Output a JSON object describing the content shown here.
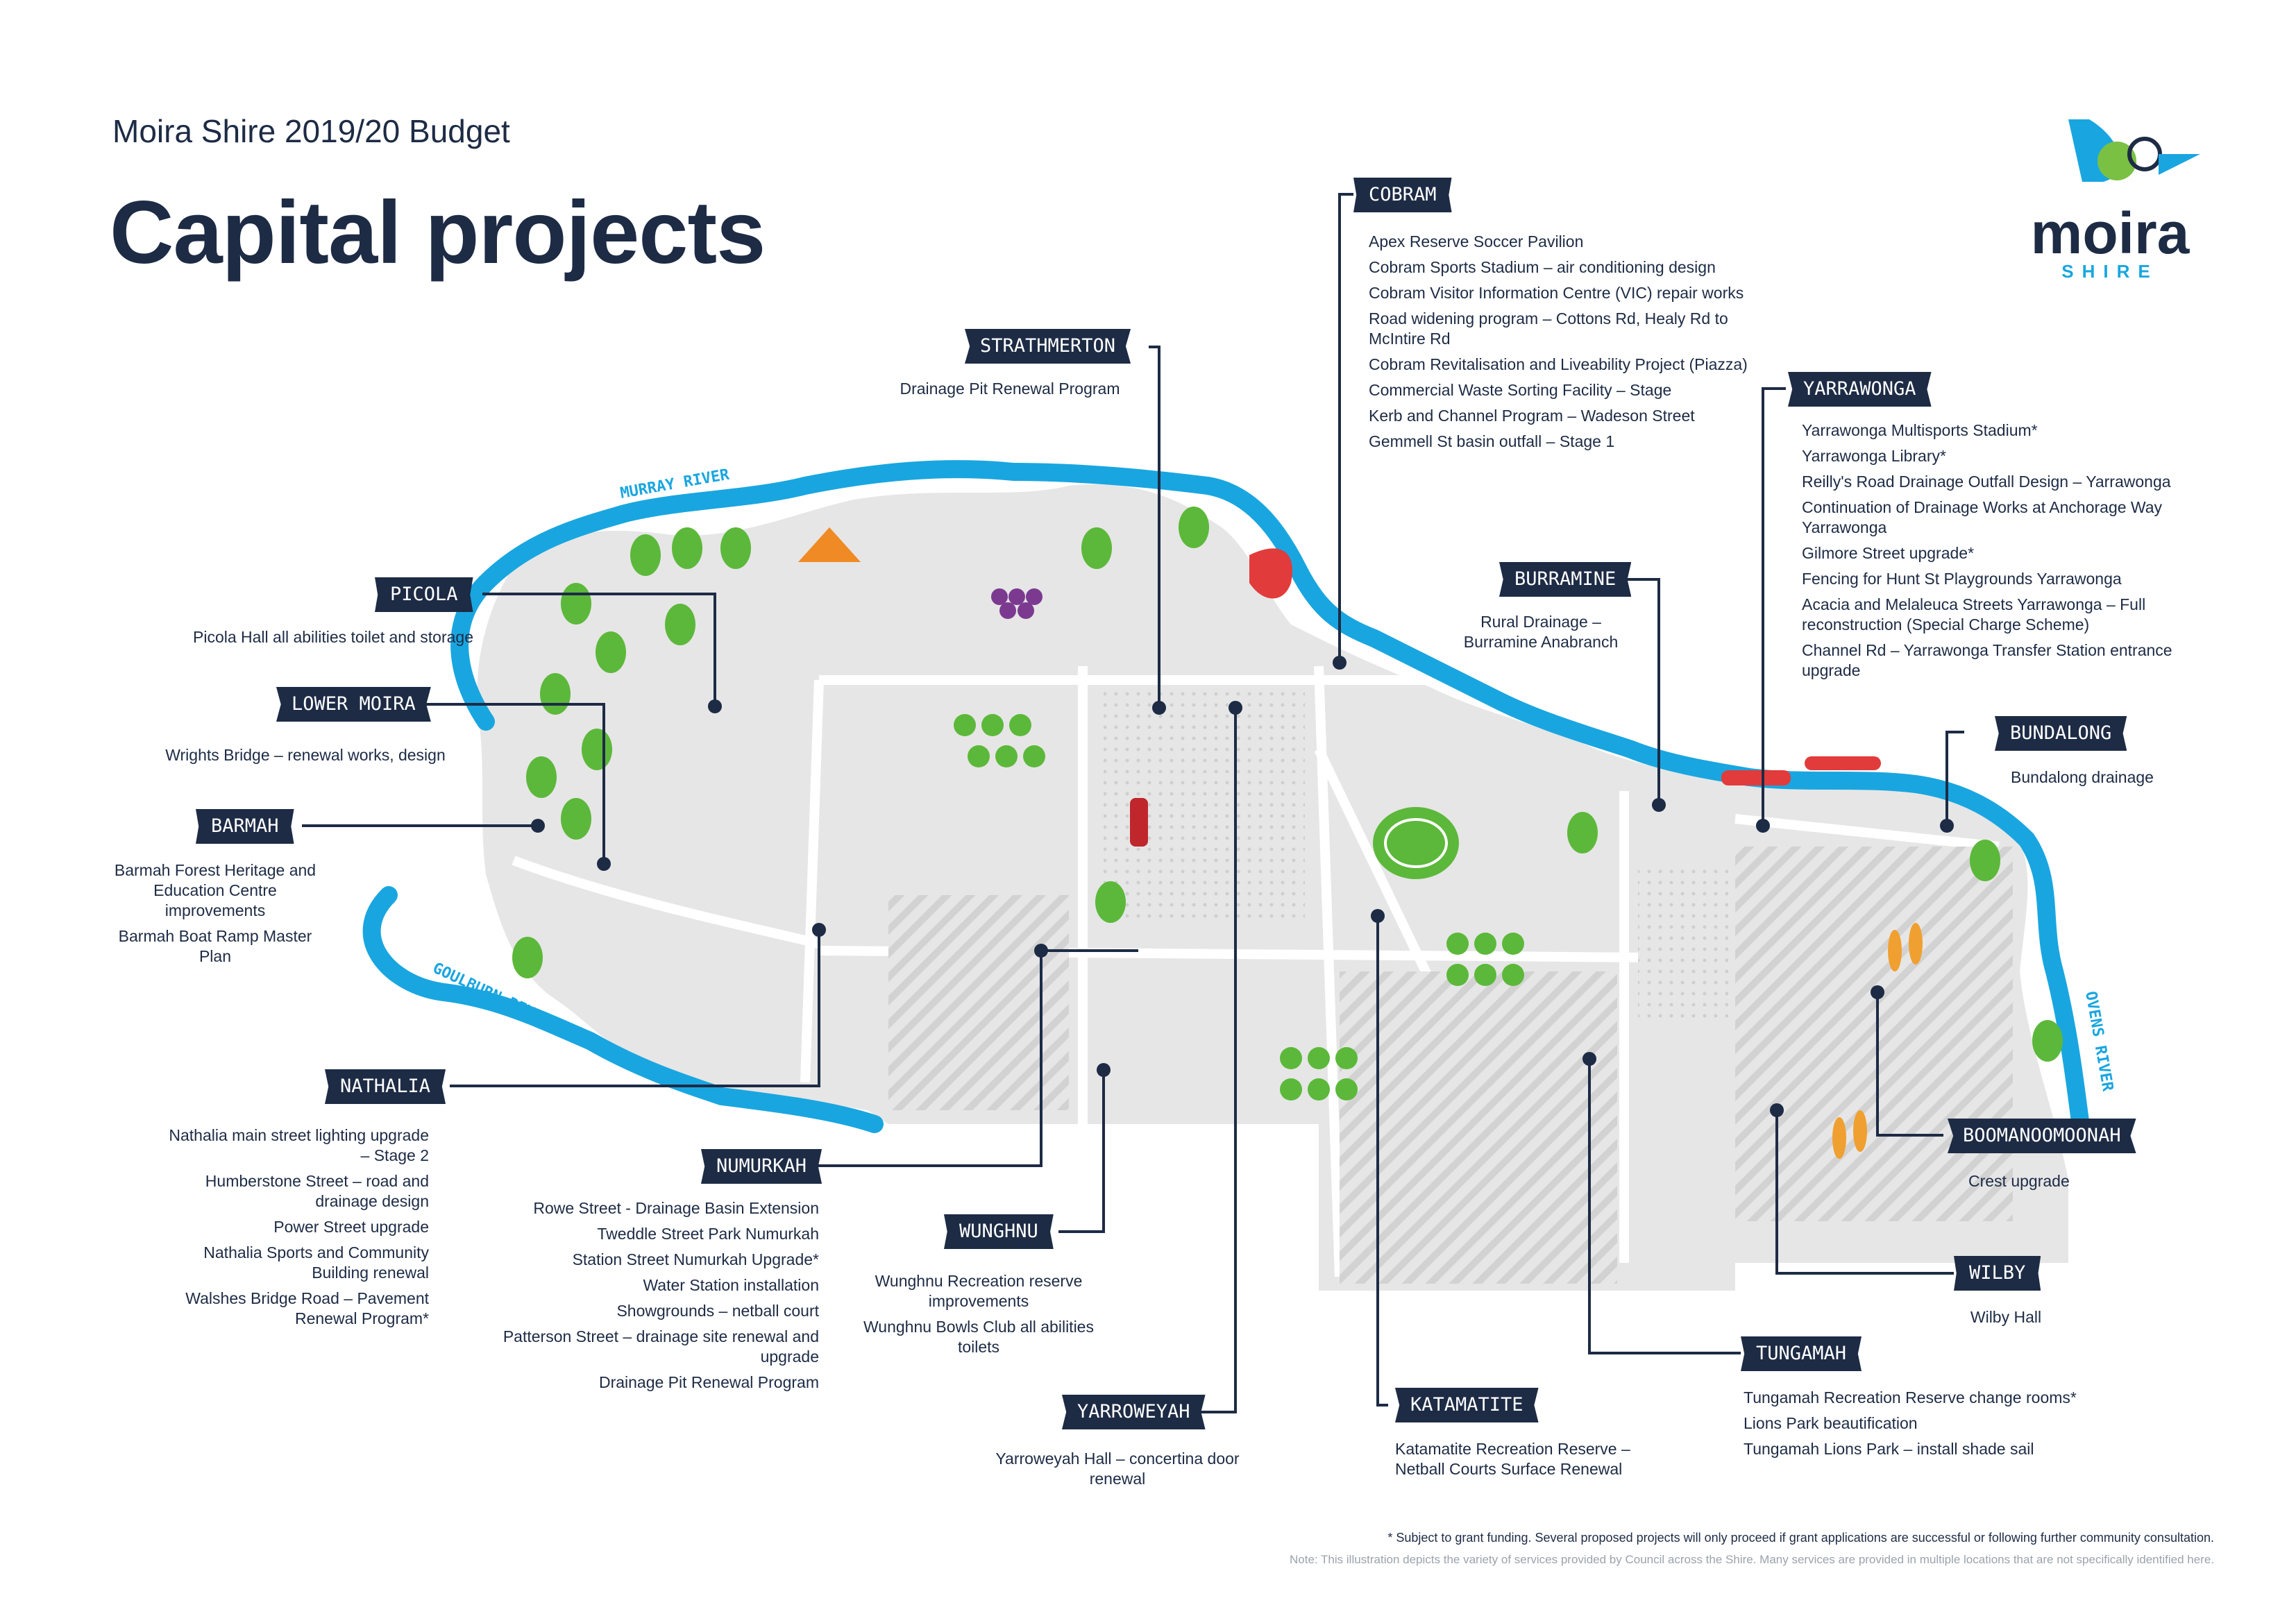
{
  "header": {
    "subtitle": "Moira Shire 2019/20 Budget",
    "title": "Capital projects"
  },
  "logo": {
    "word": "moira",
    "sub": "SHIRE"
  },
  "rivers": {
    "murray": "MURRAY RIVER",
    "goulburn": "GOULBURN RIVER",
    "ovens": "OVENS RIVER"
  },
  "towns": {
    "cobram": {
      "name": "COBRAM",
      "projects": [
        "Apex Reserve Soccer Pavilion",
        "Cobram Sports Stadium – air conditioning design",
        "Cobram Visitor Information Centre (VIC) repair works",
        "Road widening program – Cottons Rd, Healy Rd to McIntire Rd",
        "Cobram Revitalisation and Liveability Project (Piazza)",
        "Commercial Waste Sorting Facility – Stage",
        "Kerb and Channel Program – Wadeson Street",
        "Gemmell St basin outfall – Stage 1"
      ]
    },
    "strathmerton": {
      "name": "STRATHMERTON",
      "projects": [
        "Drainage Pit Renewal Program"
      ]
    },
    "picola": {
      "name": "PICOLA",
      "projects": [
        "Picola Hall all abilities toilet and storage"
      ]
    },
    "lower_moira": {
      "name": "LOWER MOIRA",
      "projects": [
        "Wrights Bridge – renewal works, design"
      ]
    },
    "barmah": {
      "name": "BARMAH",
      "projects": [
        "Barmah Forest Heritage and Education Centre improvements",
        "Barmah Boat Ramp Master Plan"
      ]
    },
    "nathalia": {
      "name": "NATHALIA",
      "projects": [
        "Nathalia main street lighting upgrade – Stage 2",
        "Humberstone Street – road and drainage design",
        "Power Street upgrade",
        "Nathalia Sports and Community Building renewal",
        "Walshes Bridge Road – Pavement Renewal Program*"
      ]
    },
    "numurkah": {
      "name": "NUMURKAH",
      "projects": [
        "Rowe Street - Drainage Basin Extension",
        "Tweddle Street Park Numurkah",
        "Station Street Numurkah Upgrade*",
        "Water Station installation",
        "Showgrounds – netball court",
        "Patterson Street – drainage site renewal and upgrade",
        "Drainage Pit Renewal Program"
      ]
    },
    "wunghnu": {
      "name": "WUNGHNU",
      "projects": [
        "Wunghnu Recreation reserve improvements",
        "Wunghnu Bowls Club all abilities toilets"
      ]
    },
    "yarroweyah": {
      "name": "YARROWEYAH",
      "projects": [
        "Yarroweyah Hall – concertina door renewal"
      ]
    },
    "katamatite": {
      "name": "KATAMATITE",
      "projects": [
        "Katamatite Recreation Reserve – Netball Courts Surface Renewal"
      ]
    },
    "burramine": {
      "name": "BURRAMINE",
      "projects": [
        "Rural Drainage – Burramine Anabranch"
      ]
    },
    "yarrawonga": {
      "name": "YARRAWONGA",
      "projects": [
        "Yarrawonga Multisports Stadium*",
        "Yarrawonga Library*",
        "Reilly's Road Drainage Outfall Design – Yarrawonga",
        "Continuation of Drainage Works at Anchorage Way Yarrawonga",
        "Gilmore Street upgrade*",
        "Fencing for Hunt St Playgrounds Yarrawonga",
        "Acacia and Melaleuca Streets Yarrawonga – Full reconstruction (Special Charge Scheme)",
        "Channel Rd – Yarrawonga Transfer Station entrance upgrade"
      ]
    },
    "bundalong": {
      "name": "BUNDALONG",
      "projects": [
        "Bundalong drainage"
      ]
    },
    "boomanoomoonah": {
      "name": "BOOMANOOMOONAH",
      "projects": [
        "Crest upgrade"
      ]
    },
    "wilby": {
      "name": "WILBY",
      "projects": [
        "Wilby Hall"
      ]
    },
    "tungamah": {
      "name": "TUNGAMAH",
      "projects": [
        "Tungamah Recreation Reserve change rooms*",
        "Lions Park beautification",
        "Tungamah Lions Park – install shade sail"
      ]
    }
  },
  "footer": {
    "note1": "* Subject to grant funding. Several proposed projects will only proceed if grant applications are successful or following further community consultation.",
    "note2": "Note: This illustration depicts the variety of services provided by Council across the Shire. Many services are provided in multiple locations that are not specifically identified here."
  },
  "colors": {
    "navy": "#1d2b45",
    "river": "#19a6e0",
    "land": "#e6e6e6",
    "tree": "#5cb83a"
  }
}
